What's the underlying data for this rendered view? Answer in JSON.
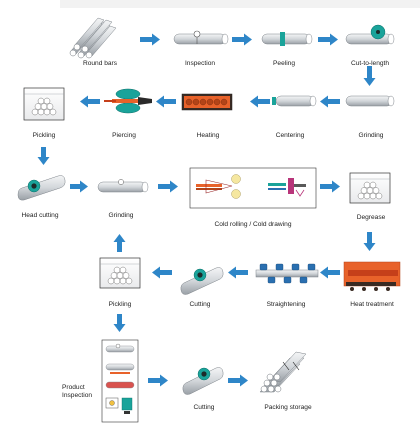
{
  "steps": {
    "round_bars": "Round bars",
    "inspection": "Inspection",
    "peeling": "Peeling",
    "cut_to_length": "Cut-to-length",
    "grinding_1": "Grinding",
    "centering": "Centering",
    "heating": "Heating",
    "piercing": "Piercing",
    "pickling_1": "Pickling",
    "head_cutting": "Head cutting",
    "grinding_2": "Grinding",
    "cold_rolling": "Cold rolling / Cold drawing",
    "degrease": "Degrease",
    "heat_treatment": "Heat treatment",
    "straightening": "Straightening",
    "cutting_1": "Cutting",
    "pickling_2": "Pickling",
    "product_inspection_line1": "Product",
    "product_inspection_line2": "Inspection",
    "cutting_2": "Cutting",
    "packing_storage": "Packing storage"
  },
  "colors": {
    "arrow": "#2e86c8",
    "pipe": "#d4d7da",
    "pipe_edge": "#7d8389",
    "teal": "#1aa39a",
    "orange_furnace": "#e8622a",
    "furnace_dark": "#3a2a22",
    "tank_fill": "#c8ccd0"
  },
  "icons": [
    "round-bars-bundle-icon",
    "inspection-pipe-icon",
    "peeling-pipe-icon",
    "cut-to-length-icon",
    "grinding-pipe-icon",
    "centering-pipe-icon",
    "heating-furnace-icon",
    "piercing-mill-icon",
    "pickling-tank-icon",
    "head-cutting-icon",
    "cold-rolling-icon",
    "degrease-tank-icon",
    "heat-treatment-furnace-icon",
    "straightening-rollers-icon",
    "cutting-pipe-icon",
    "product-inspection-panel-icon",
    "packing-storage-bundle-icon"
  ]
}
